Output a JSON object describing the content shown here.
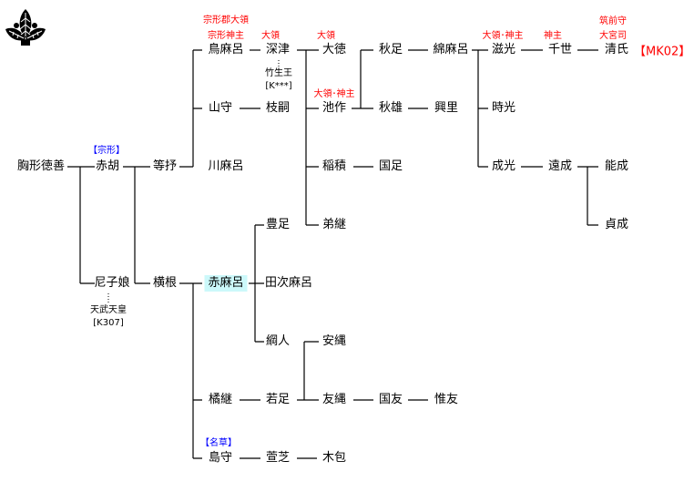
{
  "crest": {
    "icon": "paulownia-leaf-crest-icon"
  },
  "colors": {
    "title_label": "#ff0000",
    "clan_label": "#0000ff",
    "highlight": "#ccf8fa"
  },
  "persons": {
    "munakata_tokuzen": "胸形徳善",
    "akago": "赤胡",
    "amako_iratsume": "尼子娘",
    "hitoshi": "等抒",
    "yokone": "横根",
    "torimaro": "鳥麻呂",
    "yamamori": "山守",
    "kawamaro": "川麻呂",
    "fukatsu": "深津",
    "edatsugu": "枝嗣",
    "ootoko": "大徳",
    "ikesaku": "池作",
    "inazumi": "稲積",
    "ototsugu": "弟継",
    "akitari": "秋足",
    "akio": "秋雄",
    "kunitari": "国足",
    "watamaro": "綿麻呂",
    "okisato": "興里",
    "shigemitsu": "滋光",
    "tokimitsu": "時光",
    "narimitsu": "成光",
    "chiyo": "千世",
    "tonari": "遠成",
    "kiyouji": "清氏",
    "yoshinari": "能成",
    "sadanari": "貞成",
    "akamaro": "赤麻呂",
    "toyotari": "豊足",
    "tasukimaro": "田次麻呂",
    "tsunahito": "綱人",
    "tachibanatsugu": "橘継",
    "wakatari": "若足",
    "shimamori": "島守",
    "kayashiba": "萱芝",
    "yasunawa": "安縄",
    "tomonawa": "友縄",
    "kunitomo": "国友",
    "koretomo": "惟友",
    "kitsutsumi": "木包"
  },
  "titles": {
    "torimaro_1": "宗形郡大領",
    "torimaro_2": "宗形神主",
    "fukatsu": "大領",
    "ootoko": "大領",
    "ikesaku": "大領･神主",
    "shigemitsu": "大領･神主",
    "chiyo": "神主",
    "kiyouji_1": "筑前守",
    "kiyouji_2": "大宮司"
  },
  "clans": {
    "akago": "【宗形】",
    "shimamori": "【名草】"
  },
  "notes": {
    "chikubu_name": "竹生王",
    "chikubu_id": "[K***]",
    "tenmu_name": "天武天皇",
    "tenmu_id": "[K307]"
  },
  "record_id": "【MK02】"
}
